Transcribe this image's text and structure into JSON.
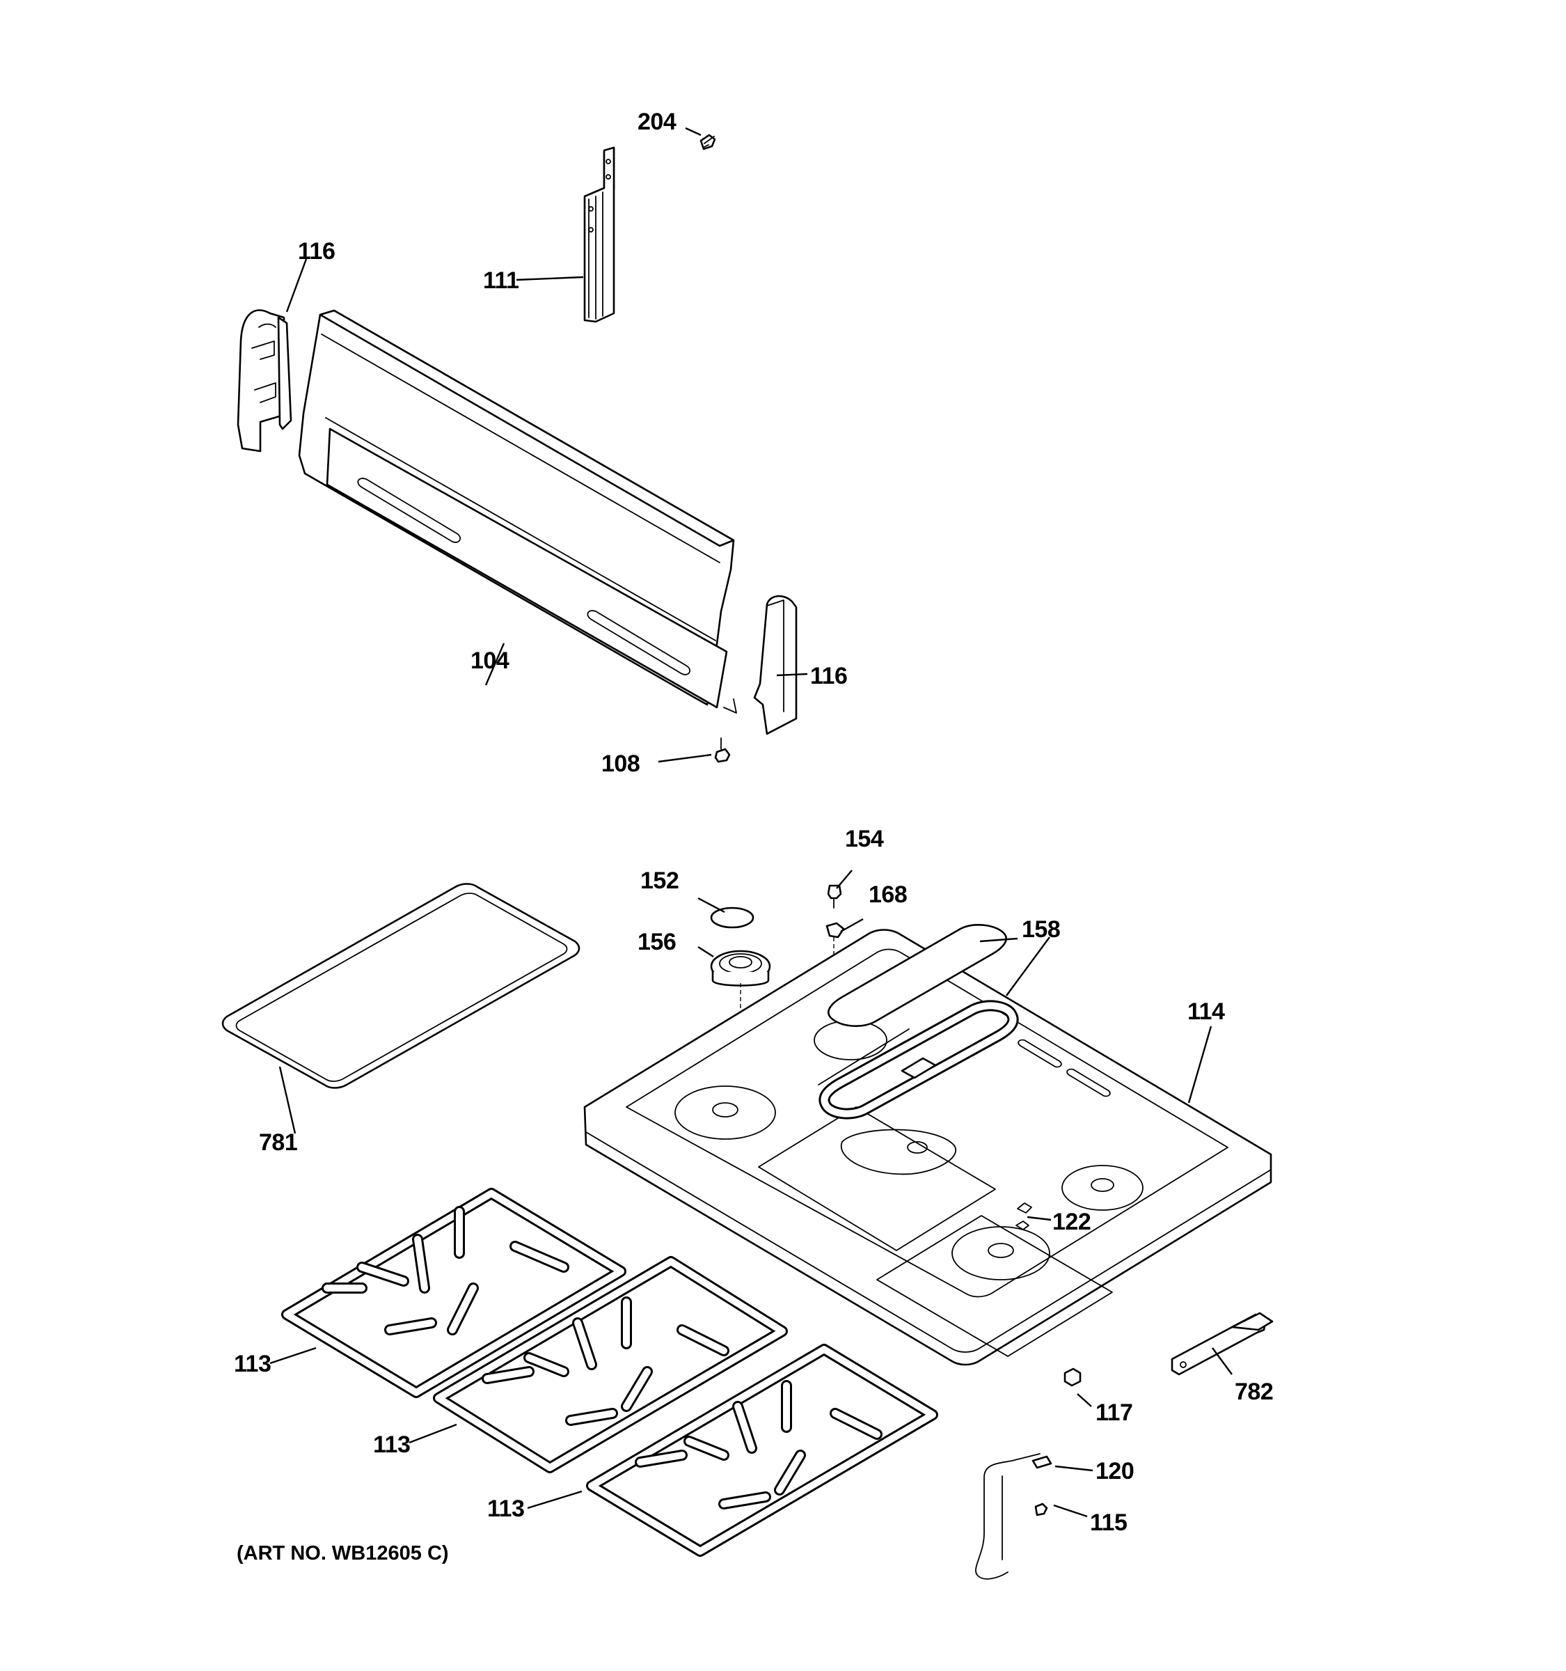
{
  "callouts": {
    "c204": "204",
    "c116_left": "116",
    "c111": "111",
    "c104": "104",
    "c116_right": "116",
    "c108": "108",
    "c154": "154",
    "c152": "152",
    "c168": "168",
    "c156": "156",
    "c158": "158",
    "c114": "114",
    "c781": "781",
    "c122": "122",
    "c113_a": "113",
    "c113_b": "113",
    "c113_c": "113",
    "c117": "117",
    "c782": "782",
    "c120": "120",
    "c115": "115"
  },
  "art_number": "(ART NO. WB12605 C)"
}
